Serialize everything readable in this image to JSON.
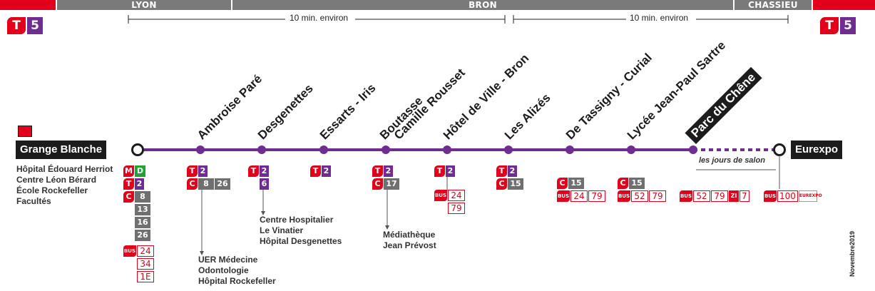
{
  "line": {
    "mode": "T",
    "number": "5",
    "color": "#6f2c91",
    "accent": "#e2001a"
  },
  "zones": [
    {
      "name": "LYON"
    },
    {
      "name": "BRON"
    },
    {
      "name": "CHASSIEU"
    }
  ],
  "durations": [
    "10 min. environ",
    "10 min. environ"
  ],
  "terminus_start": {
    "name": "Grange Blanche",
    "places": [
      "Hôpital Édouard Herriot",
      "Centre Léon Bérard",
      "École Rockefeller",
      "Facultés"
    ],
    "metro": [
      "M",
      "D"
    ],
    "tram": [
      "T",
      "2"
    ],
    "chrono": "C",
    "lines": [
      "8",
      "13",
      "16",
      "26"
    ],
    "bus_label": "BUS",
    "bus": [
      "24",
      "34",
      "1E"
    ]
  },
  "terminus_end": {
    "name": "Eurexpo",
    "bus_label": "BUS",
    "bus": "100",
    "logo": "EUREXPO"
  },
  "salon_note": "les jours de salon",
  "stations": [
    {
      "name": "Ambroise Paré",
      "tram": [
        "T",
        "2"
      ],
      "chrono": [
        "C",
        "8",
        "26"
      ],
      "places": [
        "UER Médecine",
        "Odontologie",
        "Hôpital Rockefeller"
      ]
    },
    {
      "name": "Desgenettes",
      "tram": [
        "T",
        "2",
        "6"
      ],
      "places": [
        "Centre Hospitalier",
        "Le Vinatier",
        "Hôpital Desgenettes"
      ]
    },
    {
      "name": "Essarts - Iris",
      "tram": [
        "T",
        "2"
      ]
    },
    {
      "name": "Boutasse",
      "name2": "Camille Rousset",
      "tram": [
        "T",
        "2"
      ],
      "chrono": [
        "C",
        "17"
      ],
      "places": [
        "Médiathèque",
        "Jean Prévost"
      ]
    },
    {
      "name": "Hôtel de Ville - Bron",
      "tram": [
        "T",
        "2"
      ],
      "bus_label": "BUS",
      "bus": [
        "24",
        "79"
      ]
    },
    {
      "name": "Les Alizés",
      "tram": [
        "T",
        "2"
      ],
      "chrono": [
        "C",
        "15"
      ]
    },
    {
      "name": "De Tassigny - Curial",
      "chrono": [
        "C",
        "15"
      ],
      "bus_label": "BUS",
      "bus": [
        "24",
        "79"
      ]
    },
    {
      "name": "Lycée Jean-Paul Sartre",
      "chrono": [
        "C",
        "15"
      ],
      "bus_label": "BUS",
      "bus": [
        "52",
        "79"
      ]
    },
    {
      "name": "Parc du Chêne",
      "bus_label": "BUS",
      "bus": [
        "52",
        "79"
      ],
      "zi": "ZI",
      "zi_num": "7"
    }
  ],
  "date": "Novembre2019"
}
